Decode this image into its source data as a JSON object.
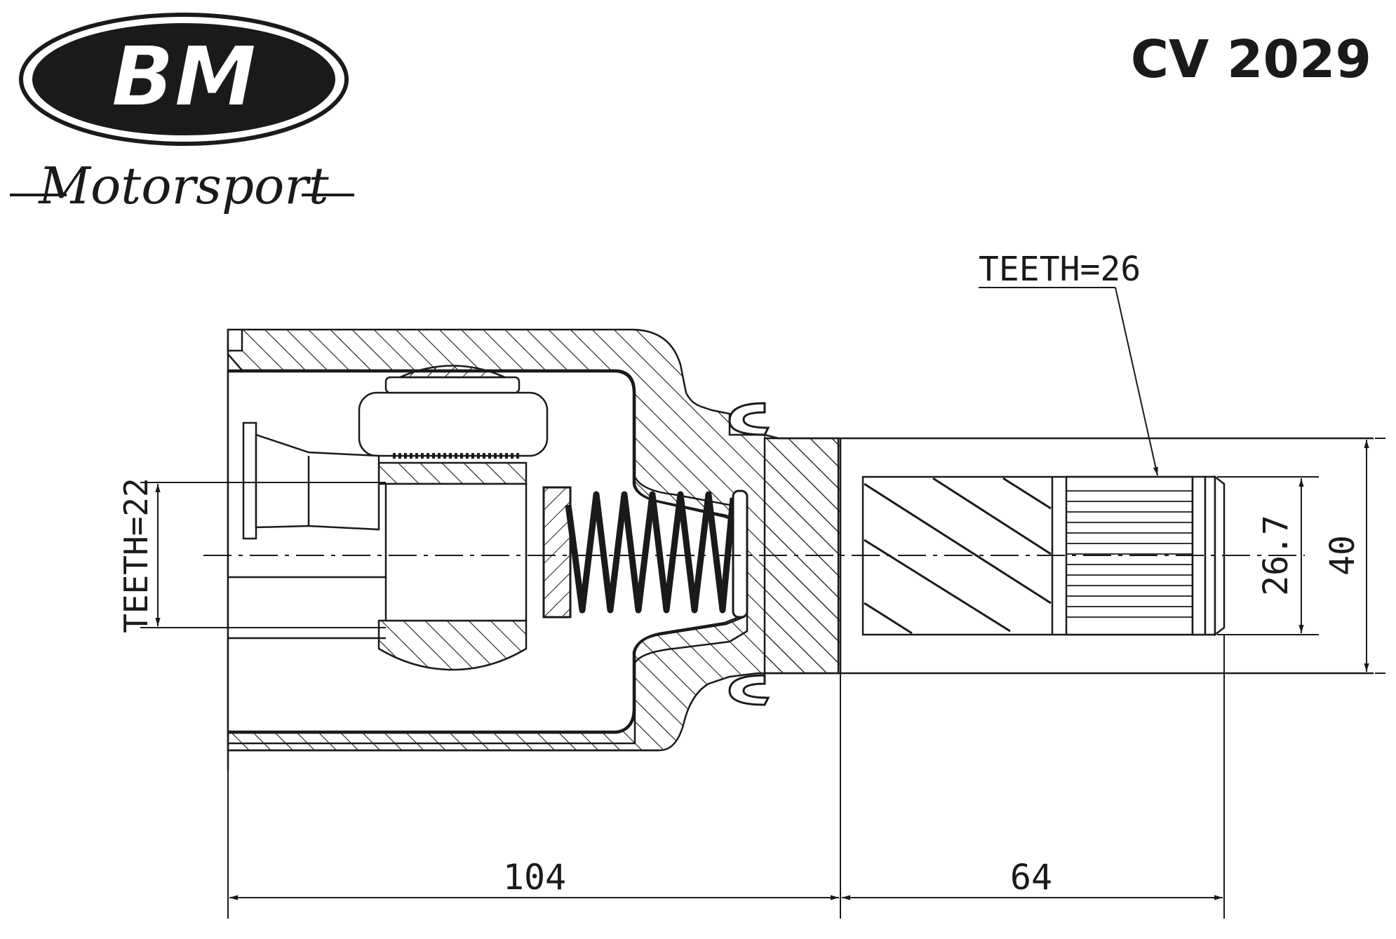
{
  "logo": {
    "brand": "BM",
    "tagline": "Motorsport"
  },
  "part_number": "CV 2029",
  "annotations": {
    "teeth_outer": "TEETH=26",
    "teeth_inner": "TEETH=22"
  },
  "dimensions": {
    "spline_diameter": "26.7",
    "shaft_diameter": "40",
    "housing_length": "104",
    "shaft_length": "64"
  },
  "colors": {
    "line": "#1a1a1a",
    "background": "#ffffff"
  }
}
